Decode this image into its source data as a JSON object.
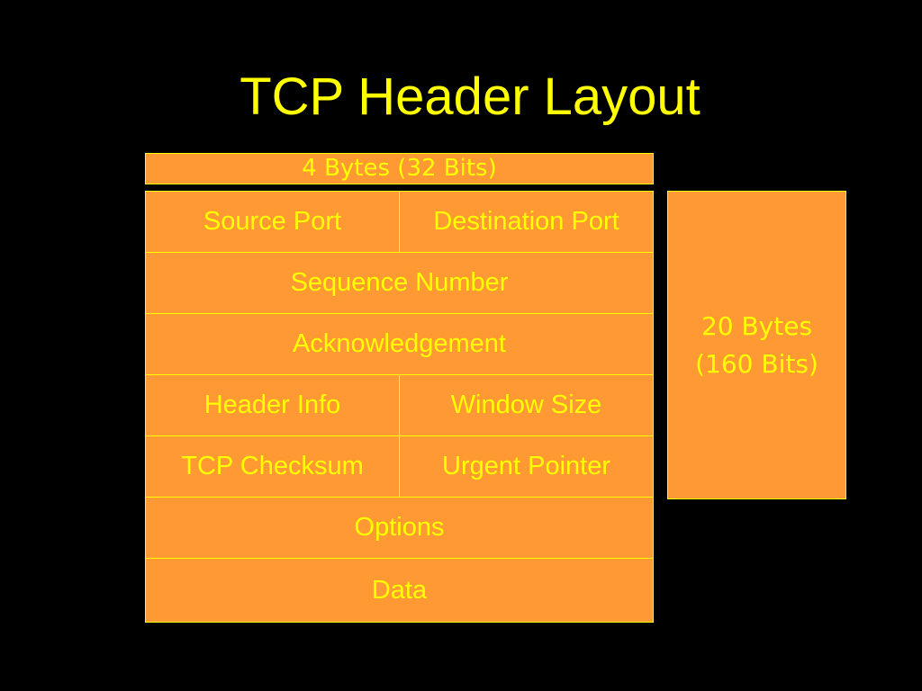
{
  "title": "TCP Header Layout",
  "width_label": "4 Bytes (32 Bits)",
  "size_label": {
    "line1": "20 Bytes",
    "line2": "(160 Bits)"
  },
  "fields": {
    "source_port": "Source Port",
    "destination_port": "Destination Port",
    "sequence_number": "Sequence Number",
    "acknowledgement": "Acknowledgement",
    "header_info": "Header Info",
    "window_size": "Window Size",
    "tcp_checksum": "TCP Checksum",
    "urgent_pointer": "Urgent Pointer",
    "options": "Options",
    "data": "Data"
  },
  "colors": {
    "background": "#000000",
    "box_fill": "#ff9933",
    "text": "#ffff00"
  }
}
